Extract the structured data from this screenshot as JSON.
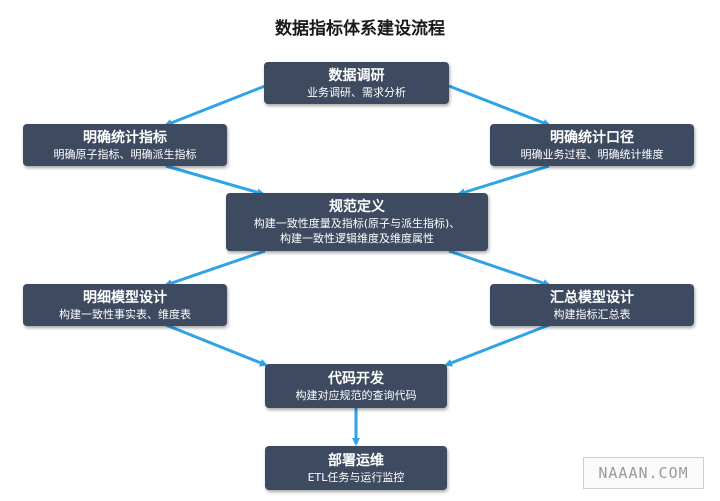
{
  "title": "数据指标体系建设流程",
  "colors": {
    "node_bg": "#3d4a5f",
    "arrow": "#2ea3e8",
    "text": "#ffffff"
  },
  "nodes": {
    "data_research": {
      "title": "数据调研",
      "subtitle": "业务调研、需求分析"
    },
    "define_indicators": {
      "title": "明确统计指标",
      "subtitle": "明确原子指标、明确派生指标"
    },
    "define_caliber": {
      "title": "明确统计口径",
      "subtitle": "明确业务过程、明确统计维度"
    },
    "spec_definition": {
      "title": "规范定义",
      "subtitle_line1": "构建一致性度量及指标(原子与派生指标)、",
      "subtitle_line2": "构建一致性逻辑维度及维度属性"
    },
    "detail_model": {
      "title": "明细模型设计",
      "subtitle": "构建一致性事实表、维度表"
    },
    "summary_model": {
      "title": "汇总模型设计",
      "subtitle": "构建指标汇总表"
    },
    "code_dev": {
      "title": "代码开发",
      "subtitle": "构建对应规范的查询代码"
    },
    "deploy_ops": {
      "title": "部署运维",
      "subtitle": "ETL任务与运行监控"
    }
  },
  "watermark": "NAAAN.COM"
}
